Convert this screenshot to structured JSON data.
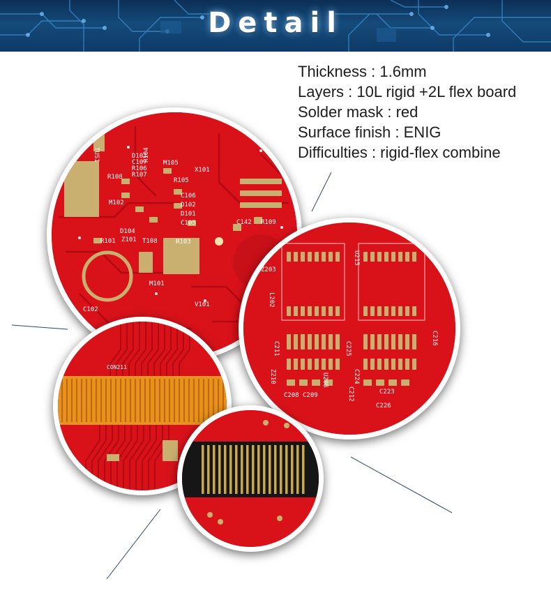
{
  "header": {
    "title": "Detail"
  },
  "specs": {
    "thickness": "Thickness : 1.6mm",
    "layers": "Layers : 10L rigid +2L flex board",
    "solder_mask": "Solder mask : red",
    "surface_finish": "Surface finish : ENIG",
    "difficulties": "Difficulties : rigid-flex combine"
  },
  "board_labels": {
    "main": [
      "TUS1",
      "D103",
      "C107",
      "R106",
      "R107",
      "R104",
      "M105",
      "X101",
      "R108",
      "M102",
      "R105",
      "C106",
      "D102",
      "D101",
      "C105",
      "D104",
      "R101",
      "Z101",
      "T108",
      "R103",
      "M101",
      "C102",
      "V101",
      "C142",
      "R109"
    ],
    "right": [
      "U215",
      "Z203",
      "L202",
      "C211",
      "Z210",
      "C225",
      "C224",
      "C208",
      "C209",
      "U206",
      "C212",
      "C223",
      "C226",
      "C216"
    ],
    "flex": [
      "CON211"
    ]
  },
  "colors": {
    "banner_dark": "#0c2f55",
    "pcb_red": "#d9121a",
    "pad_gold": "#c9b070",
    "flex_orange": "#e8921f",
    "text": "#1d1d1d"
  }
}
